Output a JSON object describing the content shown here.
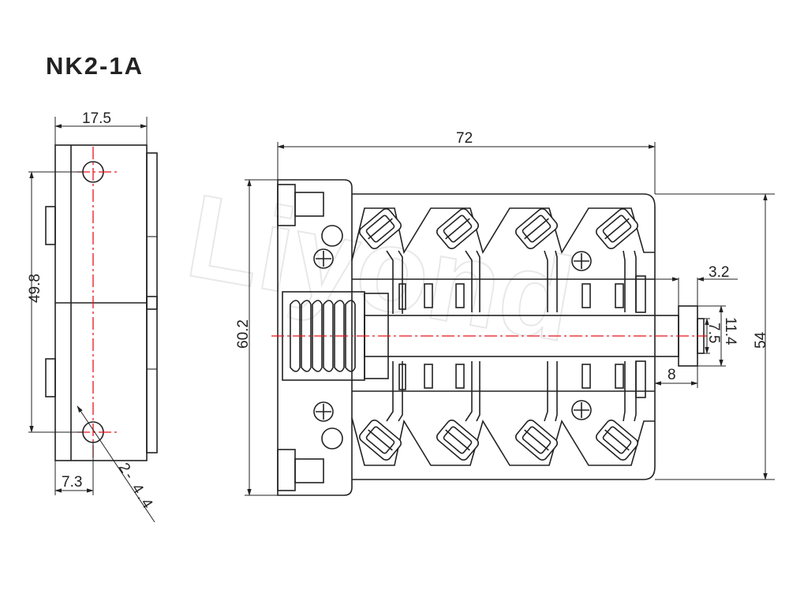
{
  "title": "NK2-1A",
  "watermark": "Liyond",
  "dimensions": {
    "side_width": "17.5",
    "side_height": "49.8",
    "side_offset": "7.3",
    "hole_spec": "2-  4.4",
    "overall_length": "72",
    "overall_height": "60.2",
    "body_height": "54",
    "shaft_flat": "3.2",
    "shaft_outer": "11.4",
    "shaft_inner": "7.5",
    "shaft_length": "8"
  },
  "colors": {
    "line": "#222222",
    "centerline": "#e8141c"
  }
}
